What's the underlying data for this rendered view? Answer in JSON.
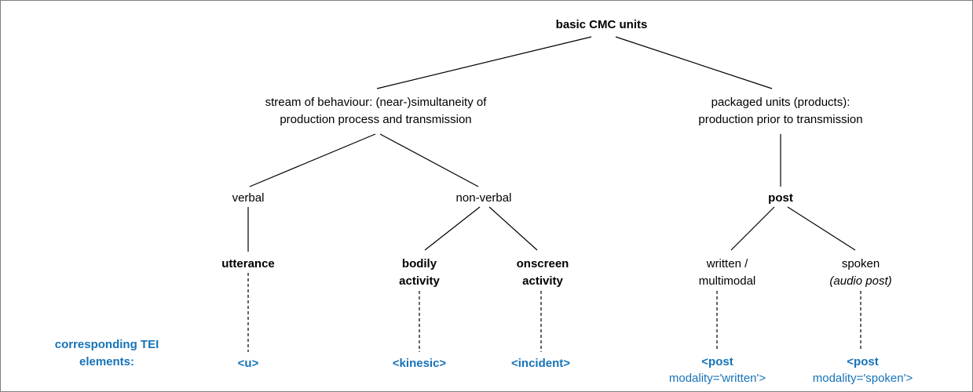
{
  "diagram": {
    "root": "basic CMC units",
    "stream_branch": {
      "line1": "stream of behaviour: (near-)simultaneity of",
      "line2": "production process and transmission"
    },
    "packaged_branch": {
      "line1": "packaged units (products):",
      "line2": "production prior to transmission"
    },
    "verbal": "verbal",
    "non_verbal": "non-verbal",
    "utterance": "utterance",
    "bodily_activity": {
      "line1": "bodily",
      "line2": "activity"
    },
    "onscreen_activity": {
      "line1": "onscreen",
      "line2": "activity"
    },
    "post": "post",
    "written_multimodal": {
      "line1": "written /",
      "line2": "multimodal"
    },
    "spoken": {
      "line1": "spoken",
      "line2": "(audio post)"
    },
    "tei_label": {
      "line1": "corresponding TEI",
      "line2": "elements:"
    },
    "tei_elements": {
      "u": "<u>",
      "kinesic": "<kinesic>",
      "incident": "<incident>",
      "post_written": {
        "line1": "<post",
        "line2": "modality='written'>"
      },
      "post_spoken": {
        "line1": "<post",
        "line2": "modality='spoken'>"
      }
    },
    "colors": {
      "accent_blue": "#1673b8",
      "line_color": "#000000",
      "border_color": "#808080"
    }
  }
}
